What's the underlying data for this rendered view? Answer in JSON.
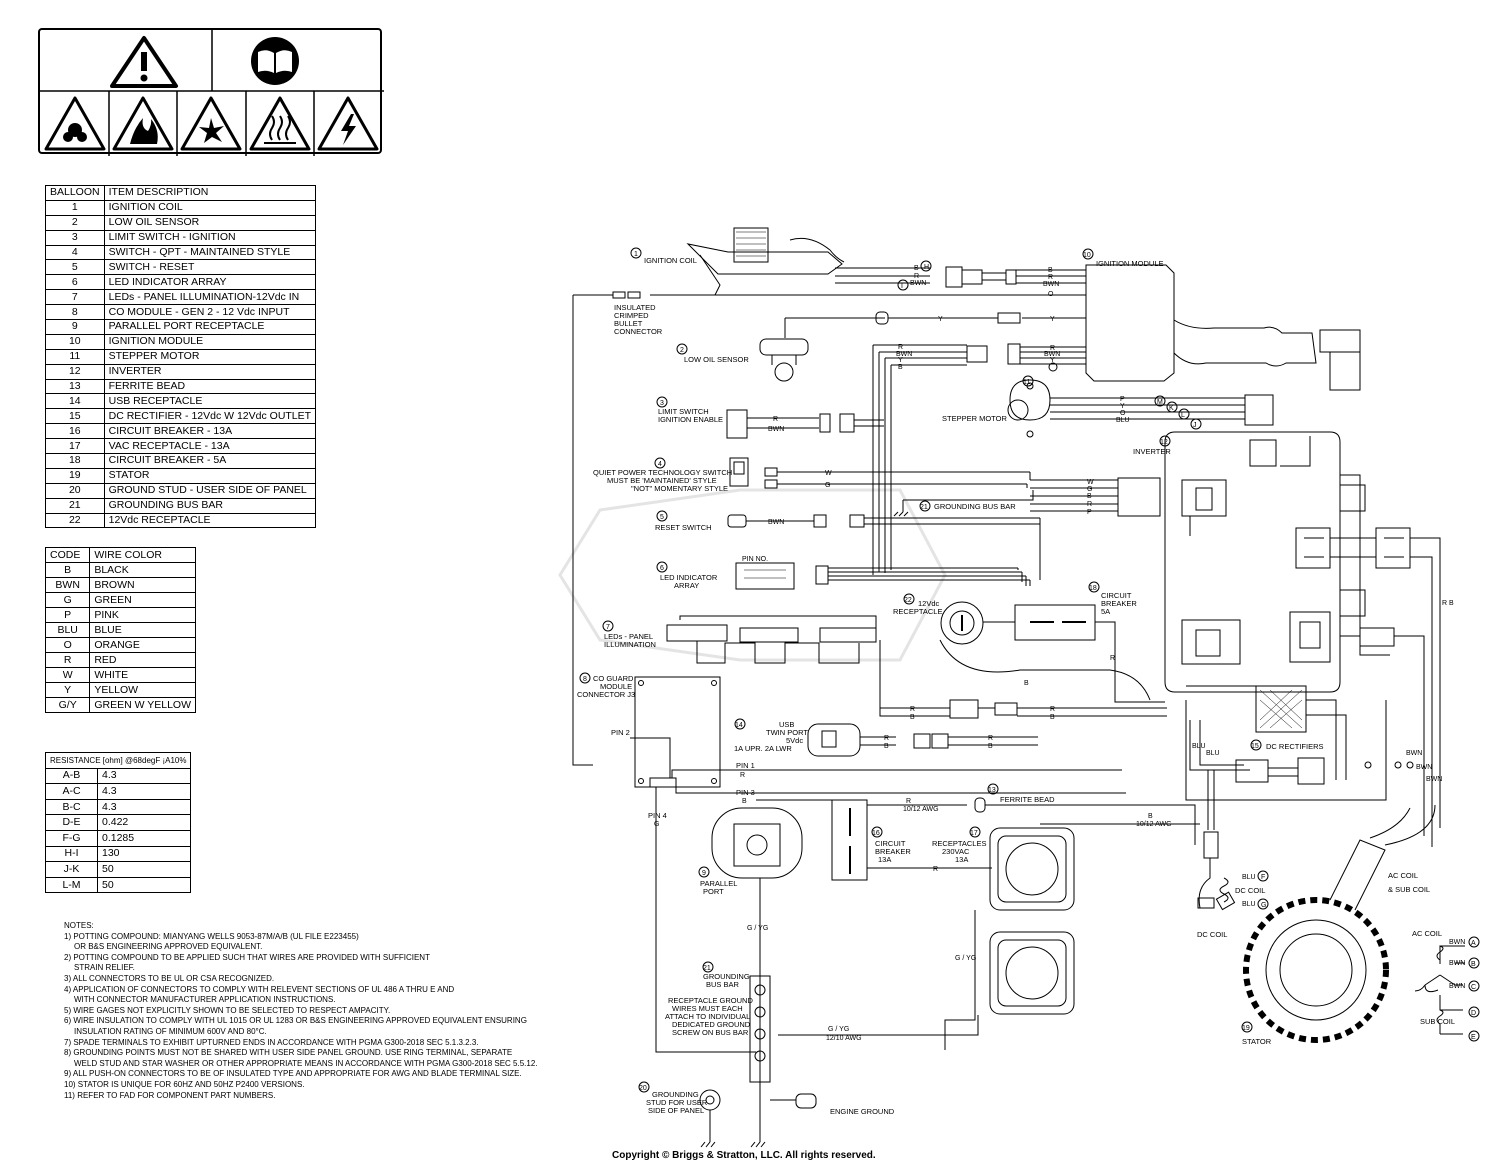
{
  "items_table": {
    "header": [
      "BALLOON",
      "ITEM DESCRIPTION"
    ],
    "rows": [
      [
        "1",
        "IGNITION COIL"
      ],
      [
        "2",
        "LOW OIL SENSOR"
      ],
      [
        "3",
        "LIMIT SWITCH - IGNITION"
      ],
      [
        "4",
        "SWITCH - QPT - MAINTAINED STYLE"
      ],
      [
        "5",
        "SWITCH - RESET"
      ],
      [
        "6",
        "LED INDICATOR ARRAY"
      ],
      [
        "7",
        "LEDs - PANEL ILLUMINATION-12Vdc IN"
      ],
      [
        "8",
        "CO MODULE - GEN 2 - 12 Vdc INPUT"
      ],
      [
        "9",
        "PARALLEL PORT RECEPTACLE"
      ],
      [
        "10",
        "IGNITION MODULE"
      ],
      [
        "11",
        "STEPPER MOTOR"
      ],
      [
        "12",
        "INVERTER"
      ],
      [
        "13",
        "FERRITE BEAD"
      ],
      [
        "14",
        "USB RECEPTACLE"
      ],
      [
        "15",
        "DC RECTIFIER - 12Vdc W 12Vdc OUTLET"
      ],
      [
        "16",
        "CIRCUIT BREAKER - 13A"
      ],
      [
        "17",
        "VAC RECEPTACLE - 13A"
      ],
      [
        "18",
        "CIRCUIT BREAKER - 5A"
      ],
      [
        "19",
        "STATOR"
      ],
      [
        "20",
        "GROUND STUD - USER SIDE OF PANEL"
      ],
      [
        "21",
        "GROUNDING BUS BAR"
      ],
      [
        "22",
        "12Vdc RECEPTACLE"
      ]
    ]
  },
  "wire_table": {
    "header": [
      "CODE",
      "WIRE COLOR"
    ],
    "rows": [
      [
        "B",
        "BLACK"
      ],
      [
        "BWN",
        "BROWN"
      ],
      [
        "G",
        "GREEN"
      ],
      [
        "P",
        "PINK"
      ],
      [
        "BLU",
        "BLUE"
      ],
      [
        "O",
        "ORANGE"
      ],
      [
        "R",
        "RED"
      ],
      [
        "W",
        "WHITE"
      ],
      [
        "Y",
        "YELLOW"
      ],
      [
        "G/Y",
        "GREEN W YELLOW"
      ]
    ]
  },
  "resistance_table": {
    "header": "RESISTANCE [ohm] @68degF ¡A10%",
    "rows": [
      [
        "A-B",
        "4.3"
      ],
      [
        "A-C",
        "4.3"
      ],
      [
        "B-C",
        "4.3"
      ],
      [
        "D-E",
        "0.422"
      ],
      [
        "F-G",
        "0.1285"
      ],
      [
        "H-I",
        "130"
      ],
      [
        "J-K",
        "50"
      ],
      [
        "L-M",
        "50"
      ]
    ]
  },
  "notes": {
    "title": "NOTES:",
    "lines": [
      {
        "t": "1) POTTING COMPOUND: MIANYANG WELLS 9053-87M/A/B (UL FILE E223455)",
        "i": false
      },
      {
        "t": "OR B&S ENGINEERING APPROVED EQUIVALENT.",
        "i": true
      },
      {
        "t": "2) POTTING COMPOUND TO BE APPLIED SUCH THAT WIRES ARE PROVIDED WITH SUFFICIENT",
        "i": false
      },
      {
        "t": "STRAIN RELIEF.",
        "i": true
      },
      {
        "t": "3) ALL CONNECTORS TO BE UL OR CSA RECOGNIZED.",
        "i": false
      },
      {
        "t": "4) APPLICATION OF CONNECTORS TO COMPLY WITH RELEVENT SECTIONS OF UL 486 A THRU E AND",
        "i": false
      },
      {
        "t": "WITH CONNECTOR MANUFACTURER APPLICATION INSTRUCTIONS.",
        "i": true
      },
      {
        "t": "5) WIRE GAGES NOT EXPLICITLY SHOWN TO BE SELECTED TO RESPECT AMPACITY.",
        "i": false
      },
      {
        "t": "6) WIRE INSULATION TO COMPLY WITH UL 1015 OR UL 1283 OR B&S ENGINEERING APPROVED EQUIVALENT ENSURING",
        "i": false
      },
      {
        "t": "INSULATION RATING OF MINIMUM 600V AND 80°C.",
        "i": true
      },
      {
        "t": "7) SPADE TERMINALS TO EXHIBIT UPTURNED ENDS IN ACCORDANCE WITH PGMA G300-2018 SEC 5.1.3.2.3.",
        "i": false
      },
      {
        "t": "8) GROUNDING POINTS MUST NOT BE SHARED WITH USER SIDE PANEL GROUND.  USE RING TERMINAL, SEPARATE",
        "i": false
      },
      {
        "t": "WELD STUD AND STAR WASHER OR OTHER APPROPRIATE MEANS IN ACCORDANCE WITH PGMA G300-2018 SEC 5.5.12.",
        "i": true
      },
      {
        "t": "9) ALL PUSH-ON CONNECTORS TO BE OF INSULATED TYPE AND APPROPRIATE FOR AWG AND BLADE TERMINAL SIZE.",
        "i": false
      },
      {
        "t": "10) STATOR IS UNIQUE FOR 60HZ AND 50HZ P2400 VERSIONS.",
        "i": false
      },
      {
        "t": "11) REFER TO FAD FOR COMPONENT PART NUMBERS.",
        "i": false
      }
    ]
  },
  "diagram": {
    "labels": {
      "ignition_coil": "IGNITION COIL",
      "bullet_1": "INSULATED",
      "bullet_2": "CRIMPED",
      "bullet_3": "BULLET",
      "bullet_4": "CONNECTOR",
      "low_oil": "LOW OIL SENSOR",
      "limit_1": "LIMIT SWITCH",
      "limit_2": "IGNITION ENABLE",
      "qpt_1": "QUIET POWER TECHNOLOGY SWITCH",
      "qpt_2": "MUST BE 'MAINTAINED' STYLE",
      "qpt_3": "\"NOT\" MOMENTARY STYLE",
      "reset": "RESET SWITCH",
      "led_1": "LED INDICATOR",
      "led_2": "ARRAY",
      "pin_no": "PIN NO.",
      "leds_1": "LEDs - PANEL",
      "leds_2": "ILLUMINATION",
      "co_1": "CO GUARD",
      "co_2": "MODULE",
      "co_3": "CONNECTOR J3",
      "pin2": "PIN 2",
      "pin1": "PIN 1",
      "pin3": "PIN 3",
      "pin4": "PIN 4",
      "parallel_1": "PARALLEL",
      "parallel_2": "PORT",
      "ign_module": "IGNITION MODULE",
      "stepper": "STEPPER MOTOR",
      "inverter": "INVERTER",
      "gnd_bus_21a": "GROUNDING BUS BAR",
      "rcpt_12v_1": "12Vdc",
      "rcpt_12v_2": "RECEPTACLE",
      "cb18_1": "CIRCUIT",
      "cb18_2": "BREAKER",
      "cb18_3": "5A",
      "usb_1": "USB",
      "usb_2": "TWIN PORT",
      "usb_3": "5Vdc",
      "usb_4": "1A UPR. 2A LWR",
      "dc_rect": "DC RECTIFIERS",
      "ferrite": "FERRITE BEAD",
      "awg_1012": "10/12 AWG",
      "cb16_1": "CIRCUIT",
      "cb16_2": "BREAKER",
      "cb16_3": "13A",
      "rcpt_1": "RECEPTACLES",
      "rcpt_2": "230VAC",
      "rcpt_3": "13A",
      "gyg": "G / YG",
      "gyg2": "G / YG",
      "gyg_awg": "12/10 AWG",
      "gnd_bus_1": "GROUNDING",
      "gnd_bus_2": "BUS BAR",
      "rg_1": "RECEPTACLE GROUND",
      "rg_2": "WIRES MUST EACH",
      "rg_3": "ATTACH TO INDIVIDUAL",
      "rg_4": "DEDICATED GROUND",
      "rg_5": "SCREW ON BUS BAR",
      "stud_1": "GROUNDING",
      "stud_2": "STUD FOR USER",
      "stud_3": "SIDE OF PANEL",
      "engine_gnd": "ENGINE GROUND",
      "dc_coil": "DC COIL",
      "dc_coil2": "DC COIL",
      "ac_sub_1": "AC COIL",
      "ac_sub_2": "& SUB COIL",
      "ac_coil": "AC COIL",
      "sub_coil": "SUB COIL",
      "stator": "STATOR",
      "blu": "BLU",
      "bwn": "BWN"
    },
    "balloons": [
      "1",
      "2",
      "3",
      "4",
      "5",
      "6",
      "7",
      "8",
      "9",
      "10",
      "11",
      "12",
      "13",
      "14",
      "15",
      "16",
      "17",
      "18",
      "19",
      "20",
      "21",
      "22",
      "21"
    ],
    "terminals": [
      "A",
      "B",
      "C",
      "D",
      "E",
      "F",
      "G",
      "H",
      "I",
      "J",
      "K",
      "L",
      "M"
    ],
    "wire_codes": {
      "B": "B",
      "R": "R",
      "BWN": "BWN",
      "O": "O",
      "Y": "Y",
      "G": "G",
      "W": "W",
      "P": "P",
      "BLU": "BLU",
      "RB": "R B"
    }
  },
  "copyright": "Copyright © Briggs & Stratton, LLC. All rights reserved."
}
